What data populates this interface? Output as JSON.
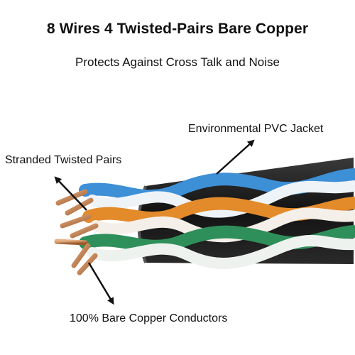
{
  "header": {
    "title": "8 Wires 4 Twisted-Pairs Bare Copper",
    "subtitle": "Protects Against Cross Talk and Noise"
  },
  "callouts": {
    "jacket": "Environmental PVC Jacket",
    "pairs": "Stranded Twisted Pairs",
    "conductors": "100% Bare Copper Conductors"
  },
  "colors": {
    "jacket": "#1c1c1c",
    "blue": "#3d8fd6",
    "orange": "#e38a2a",
    "green": "#2f8f5a",
    "white": "#f2f2f2",
    "copper": "#c57a45",
    "arrow": "#111111"
  }
}
